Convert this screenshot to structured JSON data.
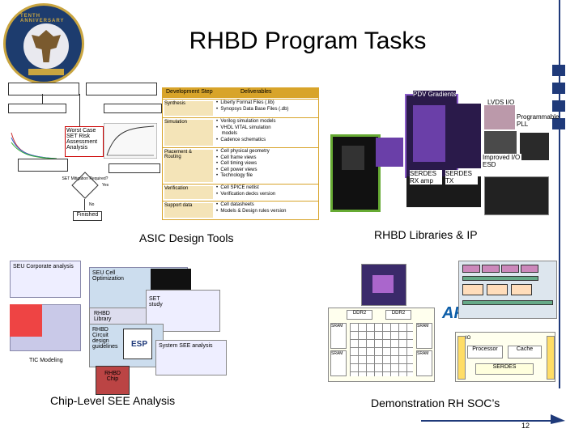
{
  "slide": {
    "title": "RHBD Program Tasks",
    "page_number": "12"
  },
  "seal": {
    "text": "TENTH ANNIVERSARY"
  },
  "quadrants": {
    "top_left_caption": "ASIC Design Tools",
    "top_right_caption": "RHBD Libraries & IP",
    "bottom_left_caption": "Chip-Level SEE Analysis",
    "bottom_right_caption": "Demonstration RH SOC’s"
  },
  "flowchart": {
    "worst_case": "Worst Case SET Risk Assessment Analysis",
    "set_mitigation": "SET Mitigation Required?",
    "finished": "Finished",
    "yes": "Yes",
    "no": "No"
  },
  "deliverables_table": {
    "col_step": "Development Step",
    "col_deliverables": "Deliverables",
    "rows": [
      {
        "step": "Synthesis",
        "items": "•  Liberty Format Files (.lib)\n•  Synopsys Data Base Files (.db)"
      },
      {
        "step": "Simulation",
        "items": "•  Verilog simulation models\n•  VHDL VITAL simulation\n    models\n•  Cadence schematics"
      },
      {
        "step": "Placement &\nRouting",
        "items": "•  Cell physical geometry\n•  Cell frame views\n•  Cell timing views\n•  Cell power views\n•  Technology file"
      },
      {
        "step": "Verification",
        "items": "•  Cell SPICE netlist\n•  Verification decks version"
      },
      {
        "step": "Support data",
        "items": "•  Cell datasheets\n•  Models & Design rules version"
      }
    ]
  },
  "libraries": {
    "pdv_gradients": "PDV Gradients",
    "lvds_io": "LVDS I/O",
    "programmable_pll": "Programmable PLL",
    "improved_io_esd": "Improved I/O ESD",
    "serdes_rx": "SERDES RX amp",
    "serdes_tx": "SERDES TX"
  },
  "see_analysis": {
    "seu_corporate": "SEU Corporate analysis",
    "seu_cell_opt": "SEU Cell Optimization",
    "rhbd_library": "RHBD Library",
    "set_study": "SET study",
    "tic_modeling": "TIC Modeling",
    "rhbd_guidelines": "RHBD Circuit design guidelines",
    "system_see": "System SEE analysis",
    "rhbd_chip": "RHBD Chip",
    "esp": "ESP"
  },
  "soc": {
    "arm": "ARM",
    "ddr2_a": "DDR2",
    "ddr2_b": "DDR2",
    "sram_tl": "SRAM",
    "sram_tr": "SRAM",
    "sram_bl": "SRAM",
    "sram_br": "SRAM",
    "io": "IO",
    "processor": "Processor",
    "cache": "Cache",
    "serdes": "SERDES"
  },
  "colors": {
    "navy": "#1f3a7a",
    "gold": "#d8a42a",
    "arm_blue": "#0d5ea8"
  }
}
